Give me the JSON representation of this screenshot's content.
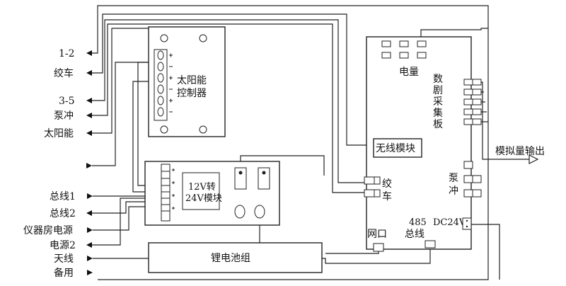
{
  "left_labels": {
    "l_1_2": "1-2",
    "l_jiaoche": "绞车",
    "l_3_5": "3-5",
    "l_bengchong": "泵冲",
    "l_taiyangneng": "太阳能",
    "l_zongxian1": "总线1",
    "l_zongxian2": "总线2",
    "l_yiqifang": "仪器房电源",
    "l_dianyuan2": "电源2",
    "l_tianxian": "天线",
    "l_beiyong": "备用"
  },
  "solar_controller": {
    "line1": "太阳能",
    "line2": "控制器"
  },
  "dcdc_module": {
    "line1": "12V转",
    "line2": "24V模块"
  },
  "battery": {
    "label": "锂电池组"
  },
  "wireless": {
    "label": "无线模块"
  },
  "board": {
    "dianliang": "电量",
    "daq_chars": [
      "数",
      "剧",
      "采",
      "集",
      "板"
    ],
    "jiaoche_chars": [
      "绞",
      "车"
    ],
    "bengchong_chars": [
      "泵",
      "冲"
    ],
    "wangkou": "网口",
    "bus485_line1": "485",
    "bus485_line2": "总线",
    "dc24v": "DC24V"
  },
  "analog_output": {
    "label": "模拟量输出"
  }
}
